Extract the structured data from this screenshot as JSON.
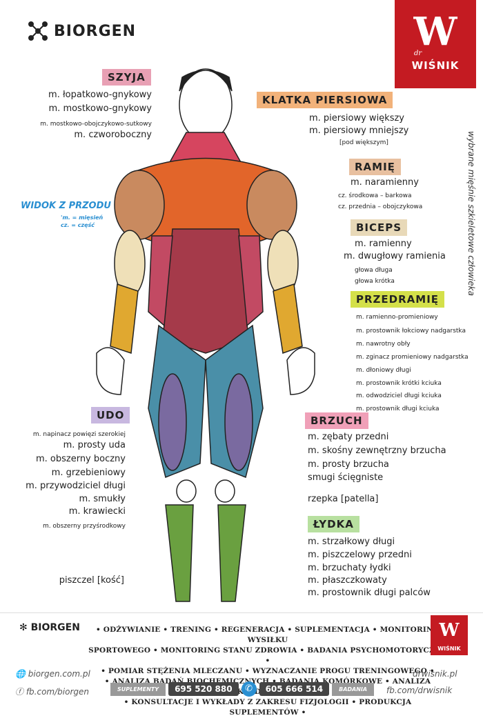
{
  "brand": {
    "name": "BIORGEN",
    "badge_name": "WIŚNIK",
    "badge_prefix": "dr"
  },
  "side_text": "wybrane mięśnie szkieletowe człowieka",
  "view": {
    "title": "WIDOK Z PRZODU",
    "legend_m": "'m. = mięsień",
    "legend_cz": "cz. = część"
  },
  "sections": {
    "szyja": {
      "title": "SZYJA",
      "color": "#e8a0b4",
      "items": [
        "m. łopatkowo-gnykowy",
        "m. mostkowo-gnykowy",
        "m. mostkowo-obojczykowo-sutkowy",
        "m. czworoboczny"
      ]
    },
    "klatka": {
      "title": "KLATKA PIERSIOWA",
      "color": "#f2b27a",
      "items": [
        "m. piersiowy większy",
        "m. piersiowy mniejszy",
        "[pod większym]"
      ]
    },
    "ramie": {
      "title": "RAMIĘ",
      "color": "#e8c0a0",
      "items": [
        "m. naramienny",
        "cz. środkowa – barkowa",
        "cz. przednia – obojczykowa"
      ]
    },
    "biceps": {
      "title": "BICEPS",
      "color": "#e8d9b8",
      "items": [
        "m. ramienny",
        "m. dwugłowy ramienia",
        "głowa długa",
        "głowa krótka"
      ]
    },
    "przedramie": {
      "title": "PRZEDRAMIĘ",
      "color": "#d4e04a",
      "items": [
        "m. ramienno-promieniowy",
        "m. prostownik łokciowy nadgarstka",
        "m. nawrotny obły",
        "m. zginacz promieniowy nadgarstka",
        "m. dłoniowy długi",
        "m. prostownik krótki kciuka",
        "m. odwodziciel długi kciuka",
        "m. prostownik długi kciuka"
      ]
    },
    "brzuch": {
      "title": "BRZUCH",
      "color": "#f0a0b8",
      "items": [
        "m. zębaty przedni",
        "m. skośny zewnętrzny brzucha",
        "m. prosty brzucha",
        "smugi ścięgniste"
      ]
    },
    "udo": {
      "title": "UDO",
      "color": "#c8b8e0",
      "items": [
        "m. napinacz powięzi szerokiej",
        "m. prosty uda",
        "m. obszerny boczny",
        "m. grzebieniowy",
        "m. przywodziciel długi",
        "m. smukły",
        "m. krawiecki",
        "m. obszerny przyśrodkowy"
      ]
    },
    "rzepka": "rzepka [patella]",
    "lydka": {
      "title": "ŁYDKA",
      "color": "#b8e0a0",
      "items": [
        "m. strzałkowy długi",
        "m. piszczelowy przedni",
        "m. brzuchaty łydki",
        "m. płaszczkowaty",
        "m. prostownik długi palców"
      ]
    },
    "piszczel": "piszczel [kość]"
  },
  "footer": {
    "lines": [
      "• ODŻYWIANIE • TRENING • REGENERACJA • SUPLEMENTACJA • MONITORING WYSIŁKU",
      "SPORTOWEGO • MONITORING STANU ZDROWIA • BADANIA PSYCHOMOTORYCZNE •",
      "• POMIAR STĘŻENIA MLECZANU • WYZNACZANIE PROGU TRENINGOWEGO •",
      "• ANALIZA BADAŃ BIOCHEMICZNYCH • BADANIA KOMÓRKOWE • ANALIZA SKŁADU CIAŁA •",
      "• KONSULTACJE I WYKŁADY Z ZAKRESU FIZJOLOGII • PRODUKCJA SUPLEMENTÓW •"
    ],
    "web_left": "biorgen.com.pl",
    "fb_left": "fb.com/biorgen",
    "web_right": "drwisnik.pl",
    "fb_right": "fb.com/drwisnik",
    "supl_label": "SUPLEMENTY",
    "supl_phone": "695 520 880",
    "bad_phone": "605 666 514",
    "bad_label": "BADANIA"
  },
  "colors": {
    "accent_red": "#c41b22",
    "blue": "#2a8fd1"
  }
}
